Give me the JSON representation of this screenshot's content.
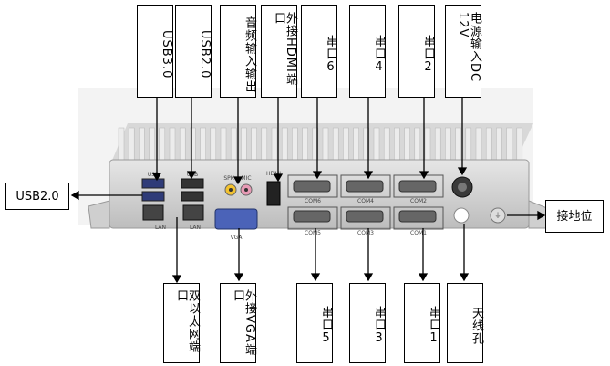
{
  "callouts_top": [
    {
      "id": "usb30",
      "text": "USB3.0"
    },
    {
      "id": "usb20-top",
      "text": "USB2.0"
    },
    {
      "id": "audio",
      "text": "音频输入输出"
    },
    {
      "id": "hdmi",
      "text": "外接HDMI端口"
    },
    {
      "id": "com6",
      "text": "串口6"
    },
    {
      "id": "com4",
      "text": "串口4"
    },
    {
      "id": "com2",
      "text": "串口2"
    },
    {
      "id": "power",
      "text": "电源输入DC 12V"
    }
  ],
  "callouts_bottom": [
    {
      "id": "lan",
      "text": "双以太网端口"
    },
    {
      "id": "vga",
      "text": "外接VGA端口"
    },
    {
      "id": "com5",
      "text": "串口5"
    },
    {
      "id": "com3",
      "text": "串口3"
    },
    {
      "id": "com1",
      "text": "串口1"
    },
    {
      "id": "antenna",
      "text": "天线孔"
    }
  ],
  "callouts_side": {
    "left": "USB2.0",
    "right": "接地位"
  },
  "panel_labels": {
    "usb_a": "USB",
    "usb_b": "USB",
    "spk": "SPK",
    "mic": "MIC",
    "hdmi": "HDMI",
    "lan_a": "LAN",
    "lan_b": "LAN",
    "vga": "VGA",
    "com6": "COM6",
    "com4": "COM4",
    "com2": "COM2",
    "com5": "COM5",
    "com3": "COM3",
    "com1": "COM1"
  }
}
